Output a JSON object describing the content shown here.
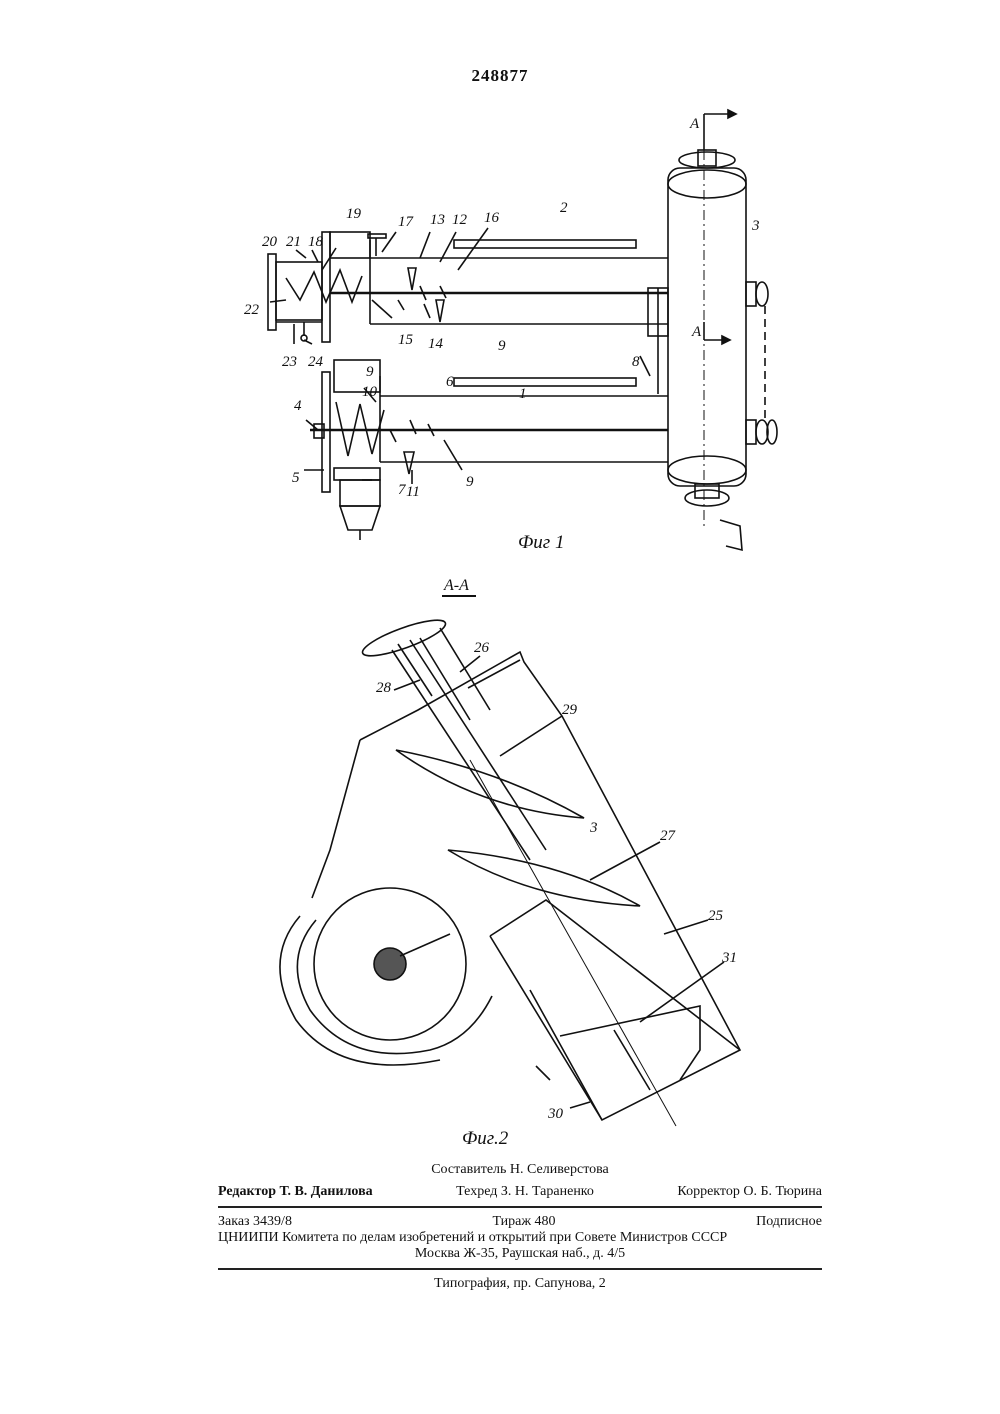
{
  "document": {
    "patent_number": "248877",
    "fig1": {
      "caption": "Фиг 1",
      "section_marks": [
        "А",
        "А"
      ],
      "labels": [
        "1",
        "2",
        "3",
        "4",
        "5",
        "6",
        "7",
        "8",
        "9",
        "9",
        "10",
        "11",
        "12",
        "13",
        "14",
        "15",
        "16",
        "17",
        "18",
        "19",
        "20",
        "21",
        "22",
        "23",
        "24",
        "9"
      ]
    },
    "fig2": {
      "caption": "Фиг.2",
      "section_title": "А-А",
      "labels": [
        "26",
        "28",
        "29",
        "3",
        "27",
        "25",
        "31",
        "30"
      ]
    },
    "credits": {
      "composer": "Составитель Н. Селиверстова",
      "editor": "Редактор Т. В. Данилова",
      "techred": "Техред З. Н. Тараненко",
      "corrector": "Корректор О. Б. Тюрина",
      "order": "Заказ 3439/8",
      "circulation": "Тираж 480",
      "subscription": "Подписное",
      "institute": "ЦНИИПИ Комитета по делам изобретений и открытий при Совете Министров СССР",
      "address": "Москва Ж-35, Раушская наб., д. 4/5",
      "printer": "Типография, пр. Сапунова, 2"
    }
  }
}
